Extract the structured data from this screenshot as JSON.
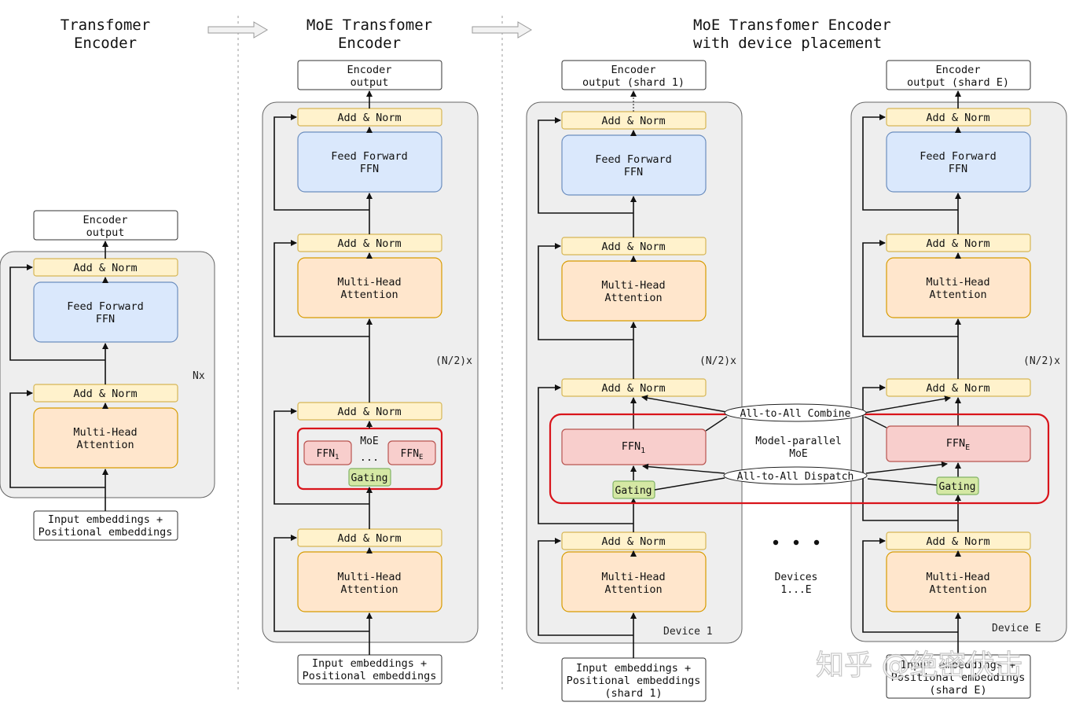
{
  "titles": {
    "t1_line1": "Transfomer",
    "t1_line2": "Encoder",
    "t2_line1": "MoE Transfomer",
    "t2_line2": "Encoder",
    "t3_line1": "MoE Transfomer Encoder",
    "t3_line2": "with device placement"
  },
  "labels": {
    "add_norm": "Add & Norm",
    "ffn_line1": "Feed Forward",
    "ffn_line2": "FFN",
    "mha_line1": "Multi-Head",
    "mha_line2": "Attention",
    "enc_out_line1": "Encoder",
    "enc_out_line2": "output",
    "enc_out_shard1": "output (shard 1)",
    "enc_out_shardE": "output (shard E)",
    "input_line1": "Input embeddings +",
    "input_line2": "Positional embeddings",
    "shard1": "(shard 1)",
    "shardE": "(shard E)",
    "nx": "Nx",
    "n2x": "(N/2)x",
    "moe": "MoE",
    "ffn": "FFN",
    "sub1": "1",
    "subE": "E",
    "dots": "...",
    "gating": "Gating",
    "all_to_all_combine": "All-to-All Combine",
    "all_to_all_dispatch": "All-to-All Dispatch",
    "model_parallel_line1": "Model-parallel",
    "model_parallel_line2": "MoE",
    "devices_line1": "Devices",
    "devices_line2": "1...E",
    "device1": "Device 1",
    "deviceE": "Device E",
    "watermark": "知乎 @绝密伏击"
  },
  "colors": {
    "add_norm_fill": "#fff2cc",
    "add_norm_stroke": "#d6b656",
    "ffn_fill": "#dae8fc",
    "ffn_stroke": "#6c8ebf",
    "mha_fill": "#ffe6cc",
    "mha_stroke": "#d79b00",
    "expert_fill": "#f8cecc",
    "expert_stroke": "#b85450",
    "gating_fill": "#d5e8a4",
    "gating_stroke": "#82b366",
    "moe_border": "#d9141b",
    "container_fill": "#eeeeee"
  }
}
